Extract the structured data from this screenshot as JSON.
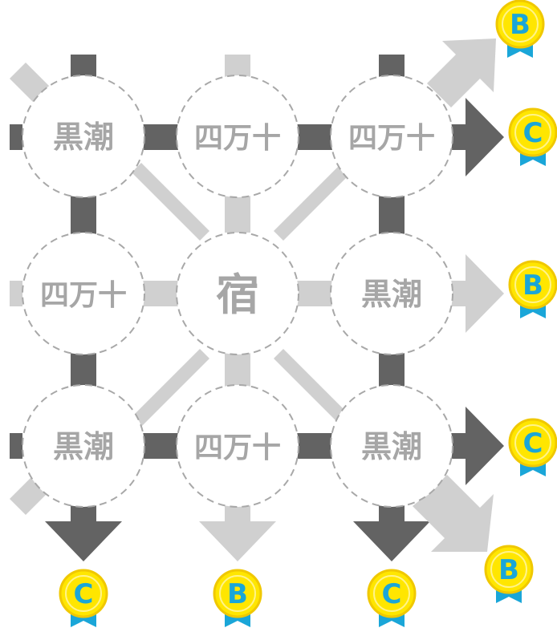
{
  "colors": {
    "dark_connector": "#636363",
    "light_connector": "#d0d0d0",
    "node_border": "#a8a8a8",
    "node_fill": "#ffffff",
    "node_text": "#a6a6a6",
    "medal_gold": "#ffe600",
    "medal_gold_edge": "#f0c800",
    "medal_ribbon": "#1aa6d8",
    "medal_letter": "#1aa6d8"
  },
  "grid": {
    "rows": [
      [
        "黒潮",
        "四万十",
        "四万十"
      ],
      [
        "四万十",
        "宿",
        "黒潮"
      ],
      [
        "黒潮",
        "四万十",
        "黒潮"
      ]
    ]
  },
  "medals": {
    "top_right_diagonal": "B",
    "row1_right": "C",
    "row2_right": "B",
    "row3_right": "C",
    "bottom_right_diagonal": "B",
    "col1_bottom": "C",
    "col2_bottom": "B",
    "col3_bottom": "C"
  }
}
